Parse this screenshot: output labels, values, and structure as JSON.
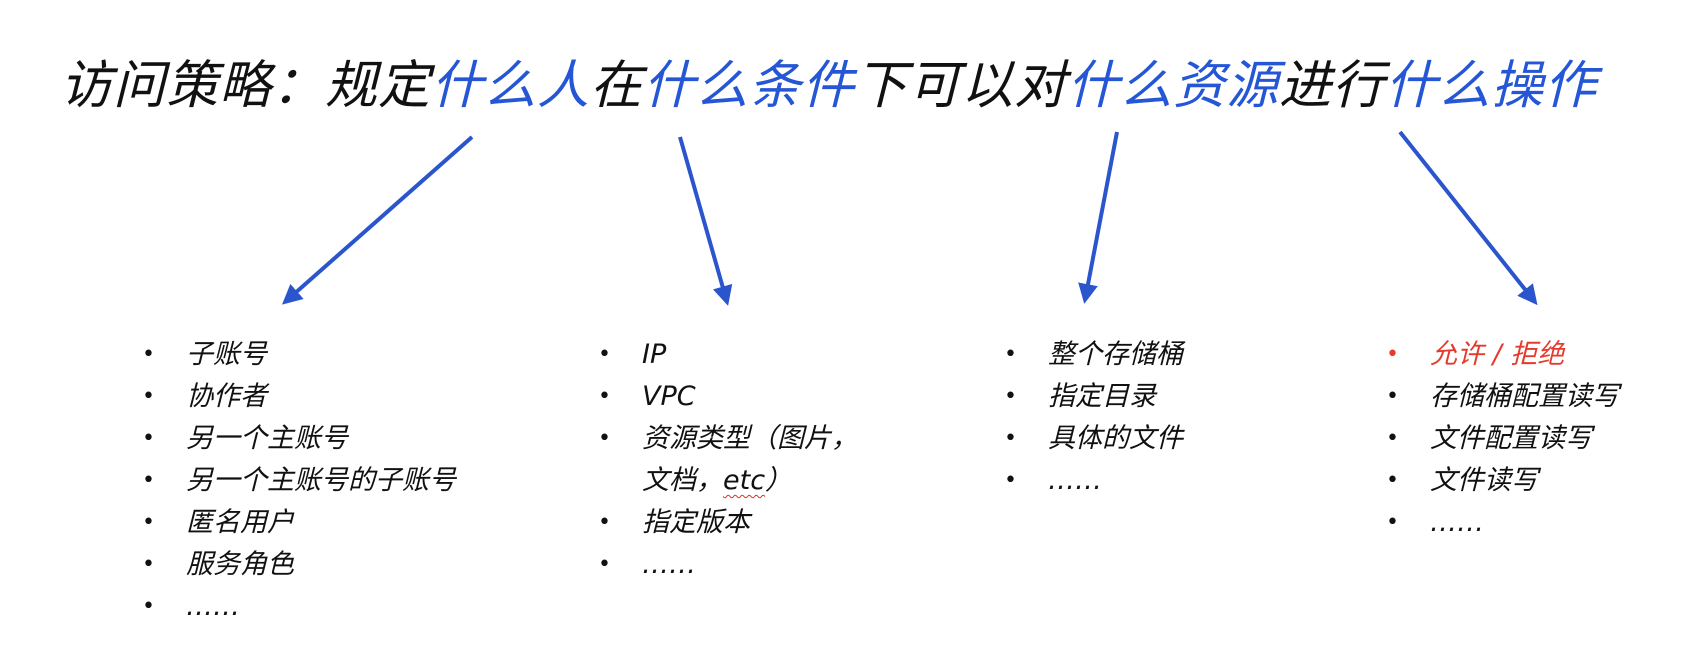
{
  "title": {
    "segments": [
      {
        "text": "访问策略：规定",
        "highlight": false
      },
      {
        "text": "什么人",
        "highlight": true
      },
      {
        "text": "在",
        "highlight": false
      },
      {
        "text": "什么条件",
        "highlight": true
      },
      {
        "text": "下可以对",
        "highlight": false
      },
      {
        "text": "什么资源",
        "highlight": true
      },
      {
        "text": "进行",
        "highlight": false
      },
      {
        "text": "什么操作",
        "highlight": true
      }
    ]
  },
  "colors": {
    "highlight": "#2456d6",
    "text": "#111111",
    "emphasis": "#e53b2c",
    "arrow": "#2a55cc"
  },
  "columns": {
    "who": {
      "items": [
        "子账号",
        "协作者",
        "另一个主账号",
        "另一个主账号的子账号",
        "匿名用户",
        "服务角色",
        "……"
      ]
    },
    "condition": {
      "items": [
        "IP",
        "VPC",
        "资源类型（图片，",
        "文档，etc）",
        "指定版本",
        "……"
      ],
      "wrapped_line": "文档，",
      "wrapped_squiggle": "etc",
      "wrapped_tail": "）"
    },
    "resource": {
      "items": [
        "整个存储桶",
        "指定目录",
        "具体的文件",
        "……"
      ]
    },
    "action": {
      "items": [
        "允许 / 拒绝",
        "存储桶配置读写",
        "文件配置读写",
        "文件读写",
        "……"
      ]
    }
  }
}
